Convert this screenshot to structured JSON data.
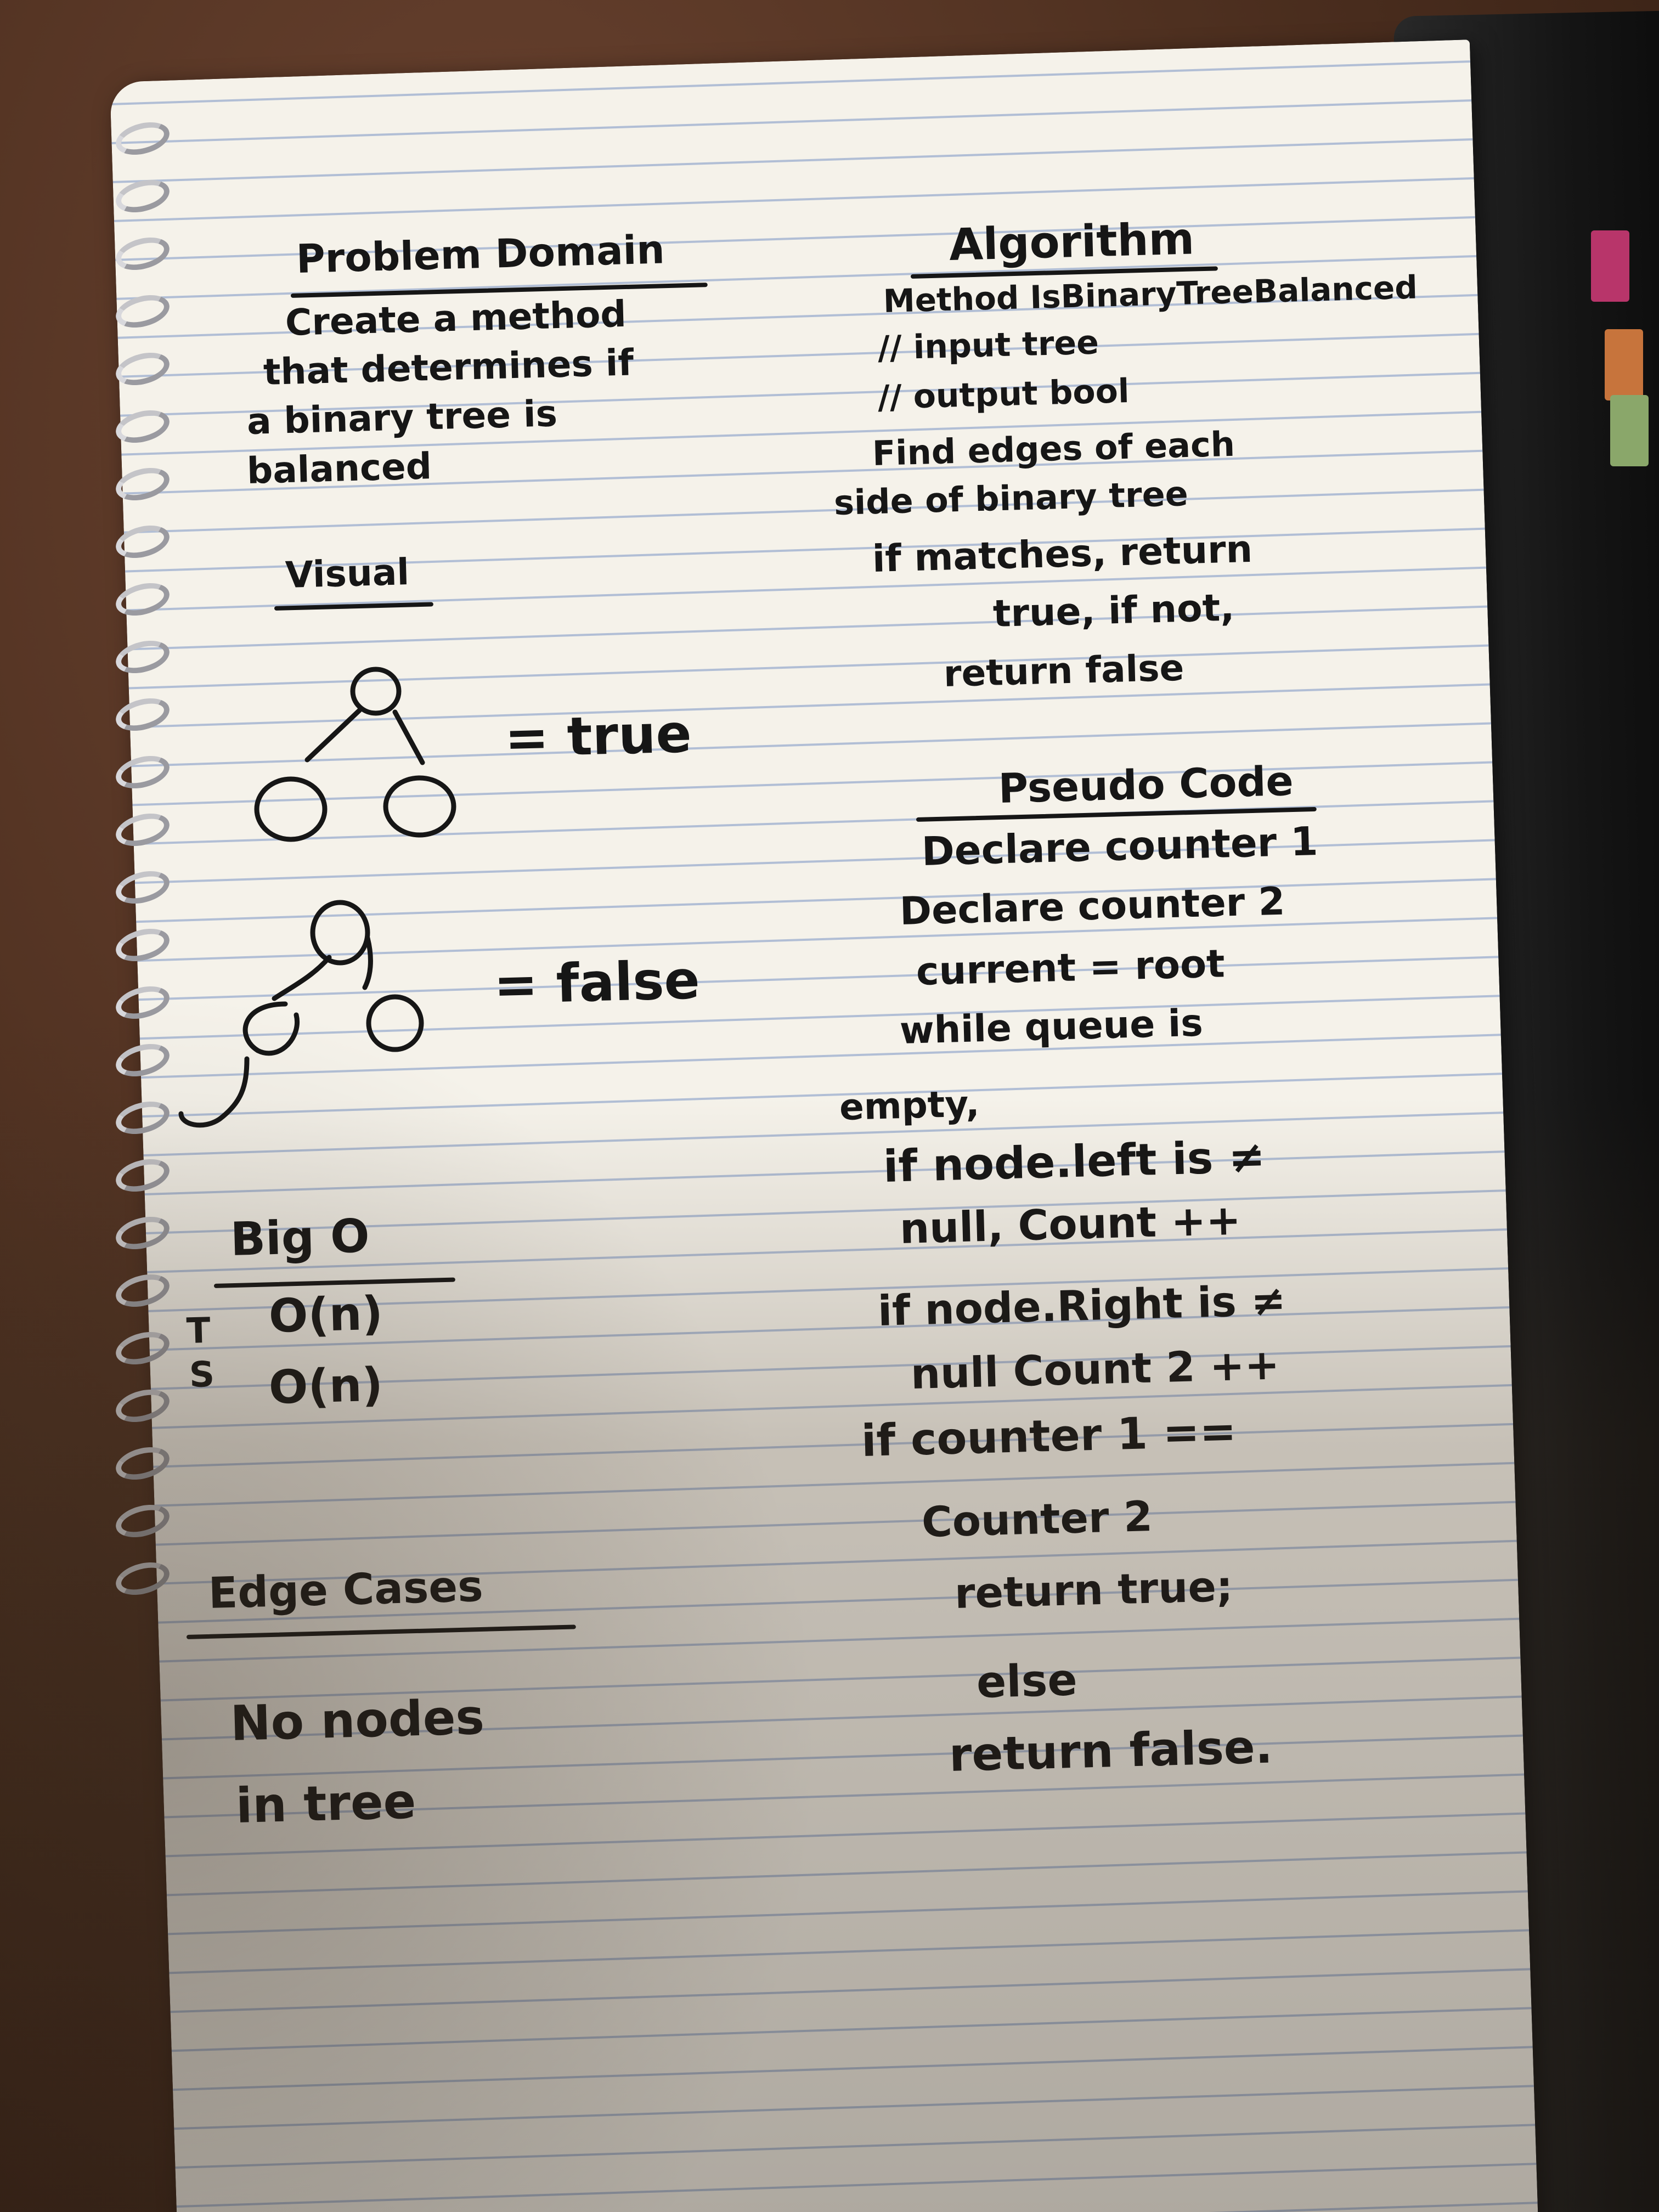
{
  "left": {
    "problem_heading": "Problem Domain",
    "problem_lines": [
      "Create a method",
      "that determines if",
      "a binary tree is",
      "balanced"
    ],
    "visual_heading": "Visual",
    "visual_true": "= true",
    "visual_false": "= false",
    "bigo_heading": "Big O",
    "bigo_t": "T",
    "bigo_t_value": "O(n)",
    "bigo_s": "S",
    "bigo_s_value": "O(n)",
    "edge_heading": "Edge Cases",
    "edge_lines": [
      "No nodes",
      "in tree"
    ]
  },
  "right": {
    "algorithm_heading": "Algorithm",
    "algorithm_lines": [
      "Method IsBinaryTreeBalanced",
      "// input tree",
      "// output bool",
      "Find edges of each",
      "side of binary tree",
      "if matches, return",
      "true, if not,",
      "return false"
    ],
    "pseudo_heading": "Pseudo Code",
    "pseudo_lines": [
      "Declare counter 1",
      "Declare counter 2",
      "current = root",
      "while queue is",
      "empty,",
      "if node.left is ≠",
      "null, Count ++",
      "if node.Right is ≠",
      "null Count 2 ++",
      "if counter 1 ==",
      "Counter 2",
      "return true;",
      "else",
      "return false."
    ]
  }
}
